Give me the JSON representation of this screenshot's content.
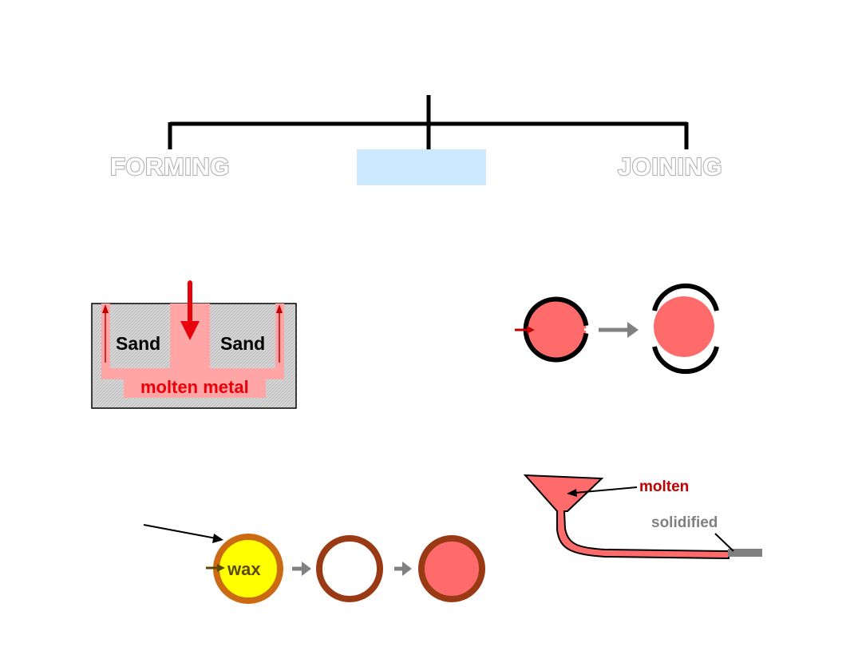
{
  "categories": {
    "forming": "FORMING",
    "casting": "",
    "joining": "JOINING"
  },
  "sand_casting": {
    "left_label": "Sand",
    "right_label": "Sand",
    "metal_label": "molten metal"
  },
  "investment_casting": {
    "wax_label": "wax"
  },
  "continuous_casting": {
    "molten_label": "molten",
    "solidified_label": "solidified"
  },
  "colors": {
    "molten_metal": "#ff6b6b",
    "arrow_red": "#e8000b",
    "dark_red_text": "#c00000",
    "sand_grey": "#d9d9d9",
    "highlight_box": "#cce9ff",
    "wax_yellow": "#ffff00",
    "shell_brown": "#a0400f",
    "arrow_grey": "#808080"
  }
}
